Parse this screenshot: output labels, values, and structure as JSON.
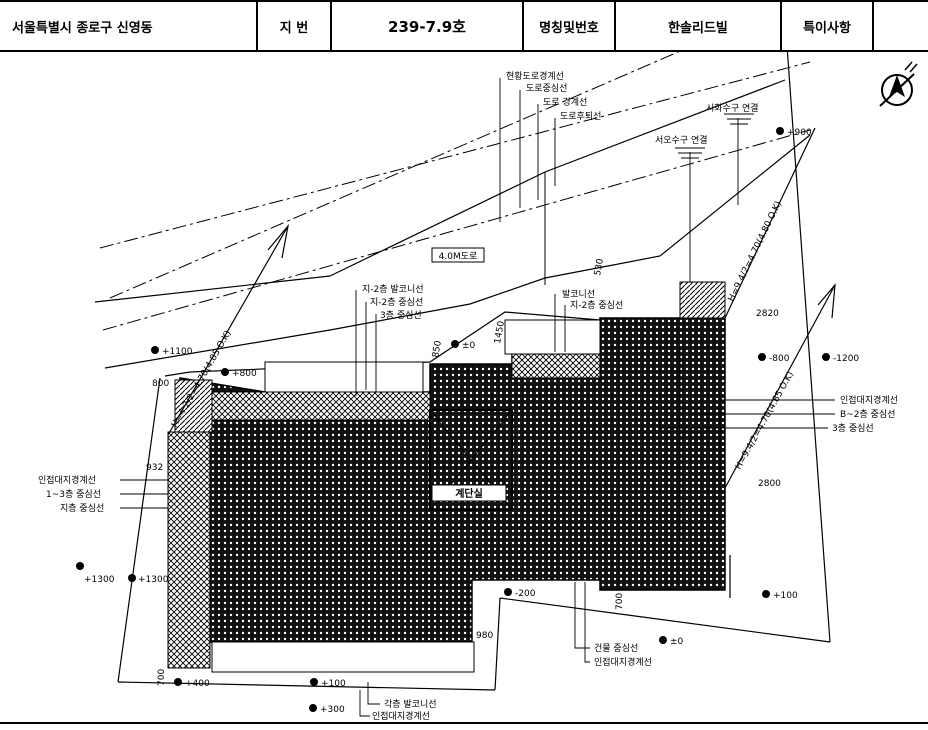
{
  "header": {
    "address": "서울특별시 종로구 신영동",
    "lot_label": "지   번",
    "lot_number": "239-7.9호",
    "name_label": "명칭및번호",
    "name_value": "한솔리드빌",
    "remarks_label": "특이사항",
    "remarks_value": ""
  },
  "leaders": {
    "road_boundary_current": "현황도로경계선",
    "road_center": "도로중심선",
    "road_boundary": "도로 경계선",
    "road_setback": "도로후퇴선",
    "water_conn_city": "시화수구 연결",
    "sewer_conn": "서오수구 연결",
    "road_width": "4.0M도로",
    "b1_2_balcony": "지-2층 발코니선",
    "b1_2_center": "지-2층 중심선",
    "f3_center": "3층 중심선",
    "balcony": "발코니선",
    "b1_2_center_b": "지-2층 중심선",
    "neighbor_right": "인접대지경계선",
    "b2_center": "B~2층 중심선",
    "f3_center_r": "3층 중심선",
    "neighbor_left": "인접대지경계선",
    "f1_3_center": "1~3층 중심선",
    "basement_center": "지층 중심선",
    "building_center": "건물 중심선",
    "neighbor_bottom": "인접대지경계선",
    "each_balcony": "각층 발코니선",
    "neighbor_bottom2": "인접대지경계선",
    "stair": "계단실"
  },
  "elevations": {
    "e_plus1100": "+1100",
    "e_plus800": "+800",
    "e_zero_top": "±0",
    "e_minus800": "-800",
    "e_minus1200": "-1200",
    "e_plus900": "+900",
    "e_plus1300a": "+1300",
    "e_plus1300b": "+1300",
    "e_minus200": "-200",
    "e_plus100_r": "+100",
    "e_zero_bottom": "±0",
    "e_plus400": "+400",
    "e_plus100_b": "+100",
    "e_plus300": "+300"
  },
  "dimensions": {
    "d_800": "800",
    "d_932": "932",
    "d_850": "850",
    "d_1450": "1450",
    "d_530": "530",
    "d_2820": "2820",
    "d_2800": "2800",
    "d_700_r": "700",
    "d_980": "980",
    "d_700_b": "700",
    "slope_left": "H=4.2/2=4.70(4.85 O.K)",
    "slope_mid": "H=9.4/2=4.70(4.80 O.K)",
    "slope_right": "H=9.4/2=4.70(4.85 O.K)"
  }
}
